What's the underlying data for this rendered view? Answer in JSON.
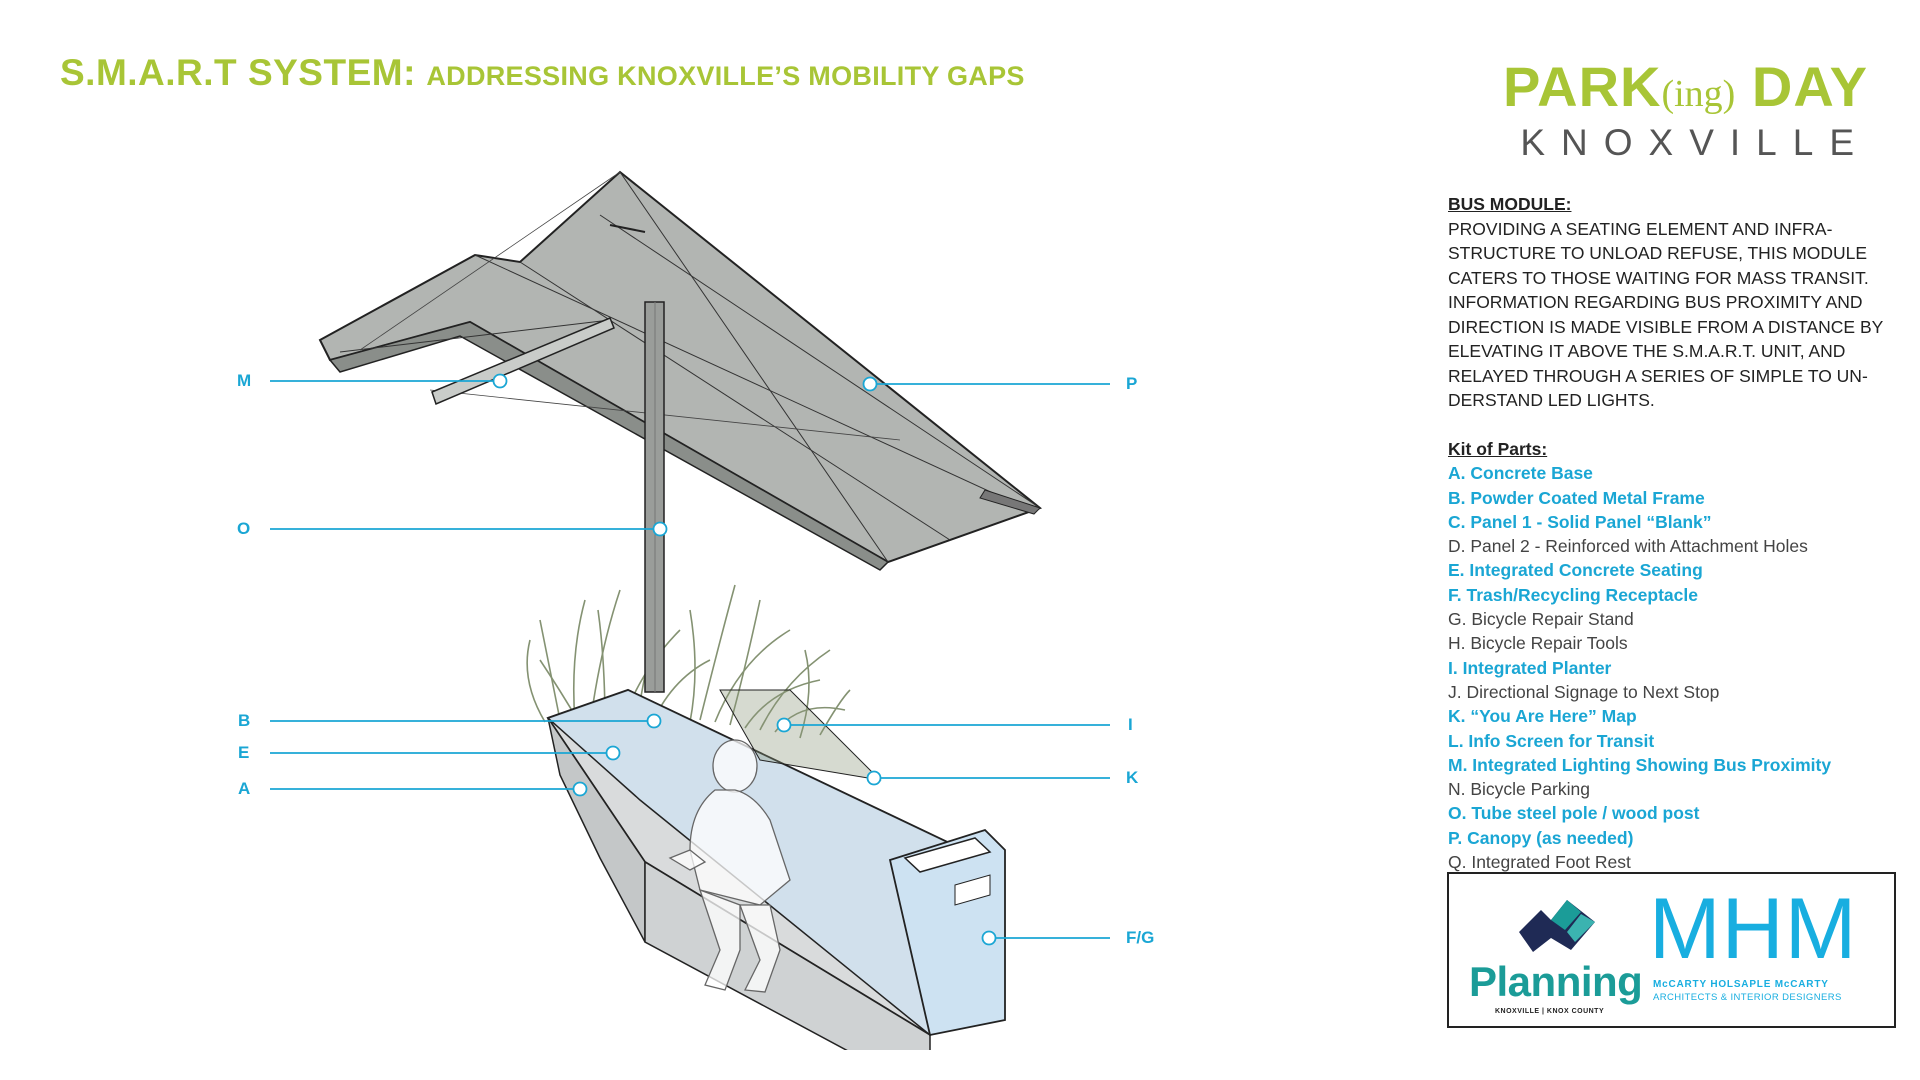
{
  "title": {
    "main": "S.M.A.R.T SYSTEM:",
    "sub": "ADDRESSING KNOXVILLE’S MOBILITY GAPS"
  },
  "logo": {
    "park": "PARK",
    "ing": "(ing)",
    "day": " DAY",
    "city": "KNOXVILLE"
  },
  "callouts": {
    "M": "M",
    "O": "O",
    "B": "B",
    "E": "E",
    "A": "A",
    "P": "P",
    "I": "I",
    "K": "K",
    "FG": "F/G"
  },
  "description": {
    "heading": "BUS MODULE:",
    "body": "PROVIDING A SEATING ELEMENT AND INFRA-STRUCTURE TO UNLOAD REFUSE, THIS MODULE CATERS TO THOSE WAITING FOR MASS TRANSIT. INFORMATION REGARDING BUS PROXIMITY AND DIRECTION IS MADE VISIBLE FROM A DISTANCE BY ELEVATING IT ABOVE THE S.M.A.R.T. UNIT, AND RELAYED THROUGH A SERIES OF SIMPLE TO UN-DERSTAND LED LIGHTS."
  },
  "kit": {
    "heading": "Kit of Parts:",
    "items": [
      {
        "text": "A. Concrete Base",
        "active": true
      },
      {
        "text": "B. Powder Coated Metal Frame",
        "active": true
      },
      {
        "text": "C. Panel 1 - Solid Panel “Blank”",
        "active": true
      },
      {
        "text": "D. Panel 2 - Reinforced with Attachment Holes",
        "active": false
      },
      {
        "text": "E. Integrated Concrete Seating",
        "active": true
      },
      {
        "text": "F. Trash/Recycling Receptacle",
        "active": true
      },
      {
        "text": "G. Bicycle Repair Stand",
        "active": false
      },
      {
        "text": "H. Bicycle Repair Tools",
        "active": false
      },
      {
        "text": "I. Integrated Planter",
        "active": true
      },
      {
        "text": "J. Directional Signage to Next Stop",
        "active": false
      },
      {
        "text": "K. “You Are Here” Map",
        "active": true
      },
      {
        "text": "L. Info Screen for Transit",
        "active": true
      },
      {
        "text": "M. Integrated Lighting Showing Bus Proximity",
        "active": true
      },
      {
        "text": "N. Bicycle Parking",
        "active": false
      },
      {
        "text": "O. Tube steel pole / wood post",
        "active": true
      },
      {
        "text": "P. Canopy (as needed)",
        "active": true
      },
      {
        "text": "Q. Integrated Foot Rest",
        "active": false
      }
    ]
  },
  "sponsors": {
    "planning": "Planning",
    "planning_sub": "KNOXVILLE | KNOX COUNTY",
    "mhm": "MHM",
    "mhm_sub1": "McCARTY HOLSAPLE McCARTY",
    "mhm_sub2": "ARCHITECTS & INTERIOR DESIGNERS"
  },
  "colors": {
    "accent_green": "#a8c536",
    "accent_blue": "#1aa6d4",
    "planning_teal": "#1b9c98",
    "planning_navy": "#1f2a55"
  }
}
